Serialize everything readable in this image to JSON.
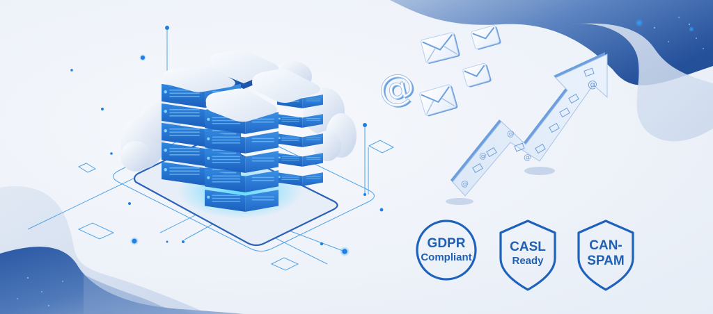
{
  "colors": {
    "accent": "#1f6cc4",
    "badge_stroke": "#1f62bd",
    "badge_text": "#1f5fb4",
    "server_face": "#2a7fd8",
    "server_top": "#eef2f8",
    "wave_dark": "#2b5aa3",
    "background": "#eef2f8"
  },
  "illustration": {
    "server_stack": {
      "columns": 4,
      "units_per_column": 5
    },
    "email_icons": [
      "at-sign-icon",
      "envelope-icon",
      "envelope-icon",
      "envelope-icon",
      "envelope-icon"
    ],
    "growth_arrow": "trend-up-arrow"
  },
  "badges": [
    {
      "shape": "circle",
      "line1": "GDPR",
      "line2": "Compliant"
    },
    {
      "shape": "shield",
      "line1": "CASL",
      "line2": "Ready"
    },
    {
      "shape": "shield",
      "line1": "CAN-",
      "line2": "SPAM"
    }
  ]
}
